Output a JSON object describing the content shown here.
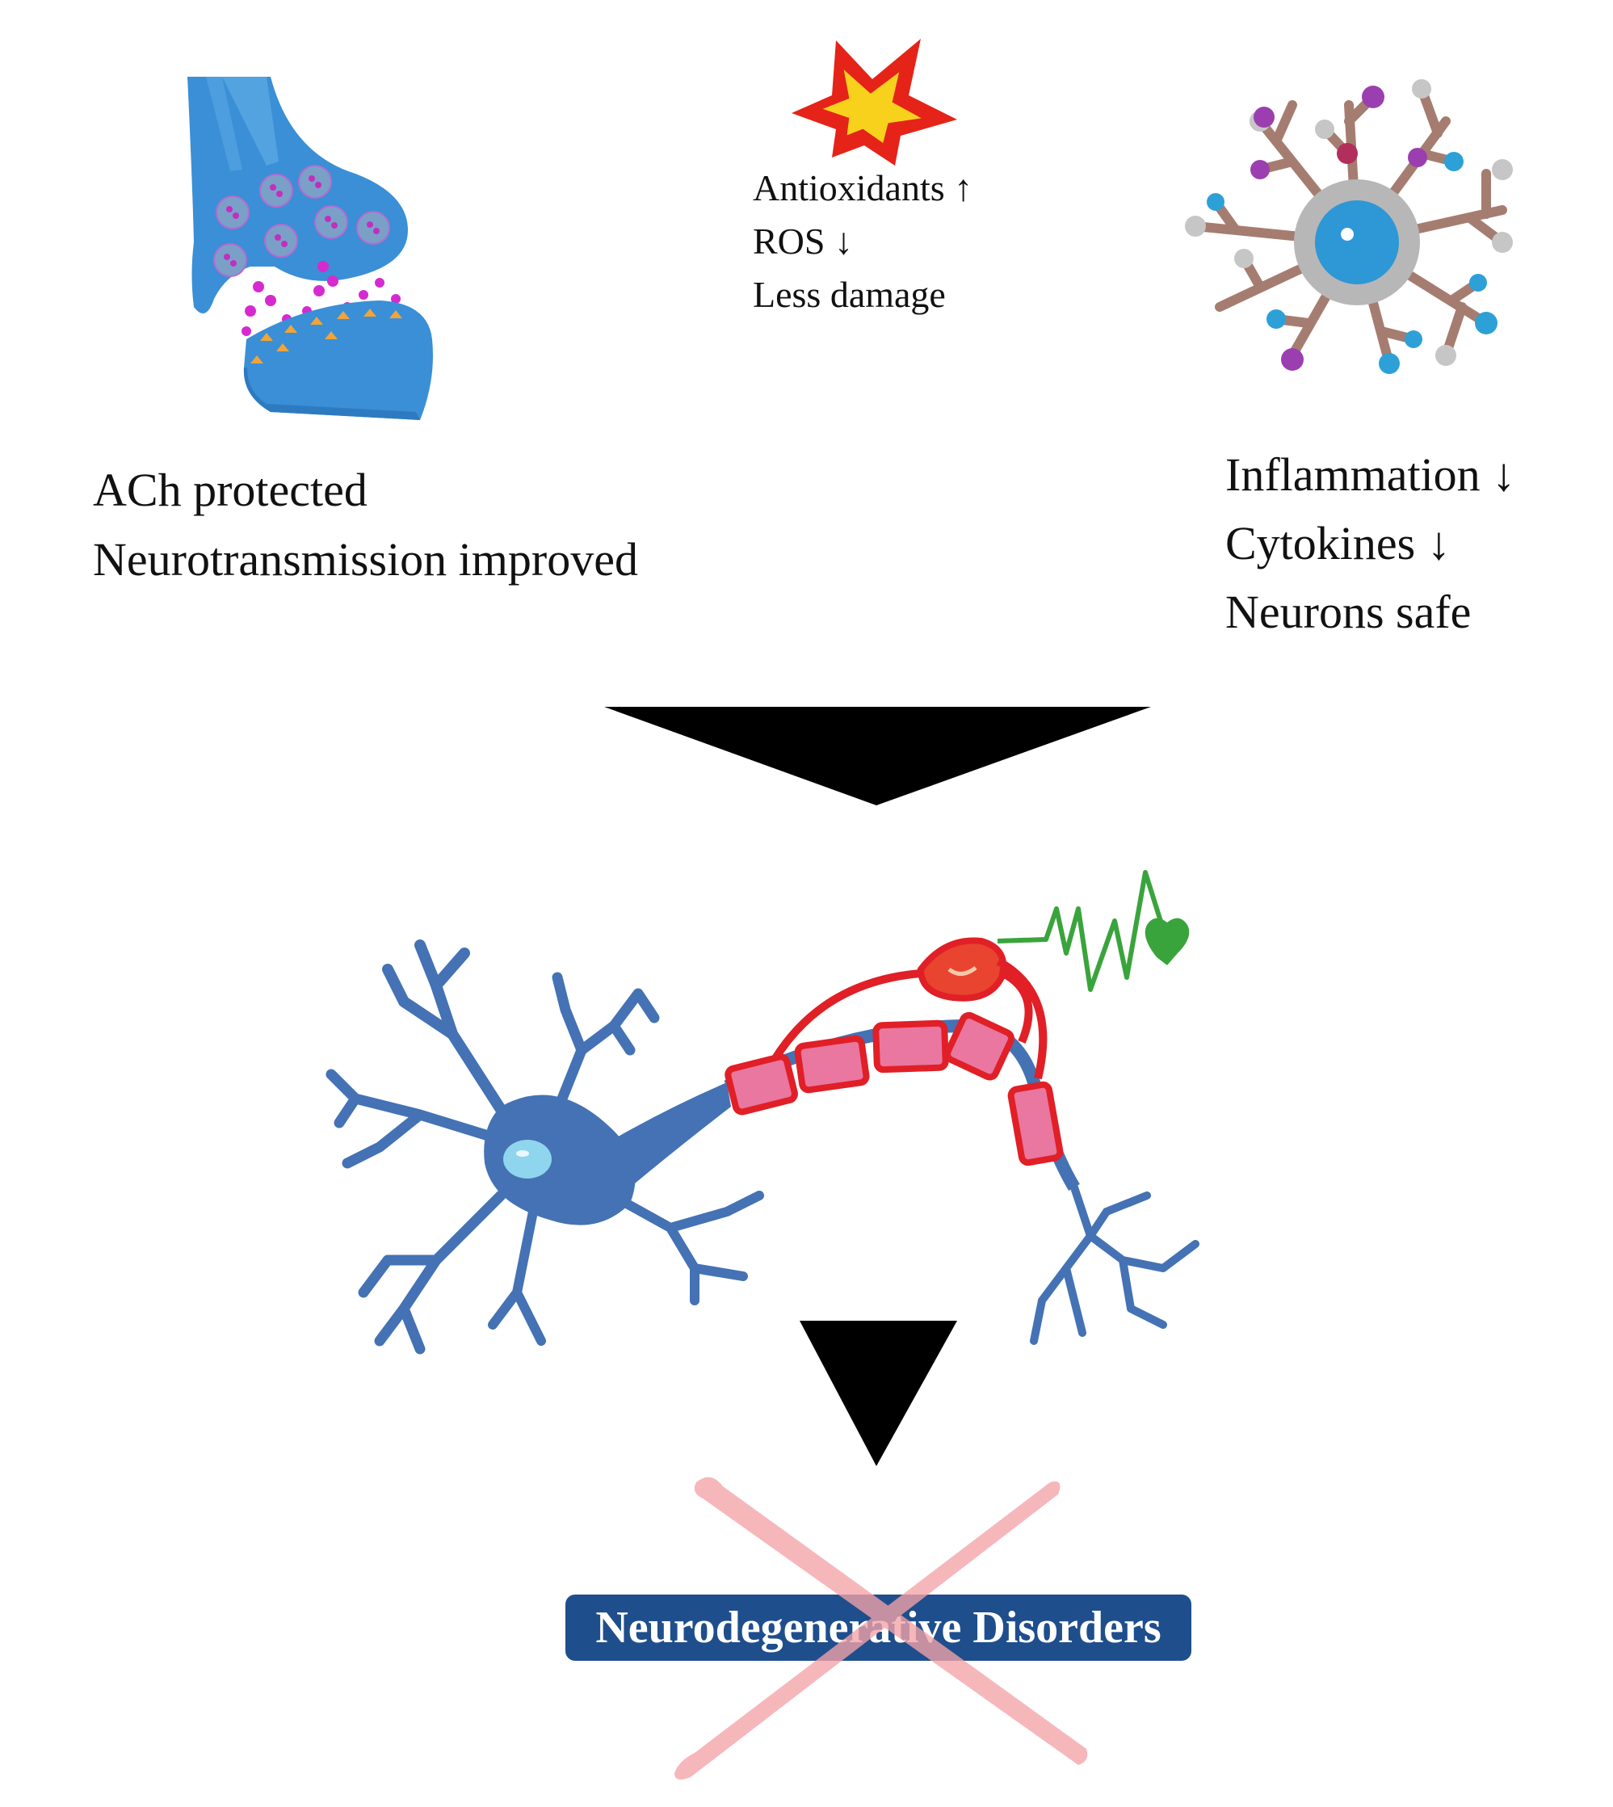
{
  "top_left": {
    "line1": "ACh protected",
    "line2": "Neurotransmission improved"
  },
  "top_center": {
    "line1": "Antioxidants ↑",
    "line2": "ROS ↓",
    "line3": "Less damage"
  },
  "top_right": {
    "line1": "Inflammation ↓",
    "line2": "Cytokines ↓",
    "line3": "Neurons safe"
  },
  "outcome": {
    "label": "Neurodegenerative Disorders"
  },
  "icons": {
    "synapse": "synapse-icon",
    "burst": "oxidative-burst-icon",
    "microglia": "microglia-icon",
    "neuron": "neuron-icon",
    "heartbeat": "heartbeat-icon",
    "cross": "cross-out-icon"
  },
  "colors": {
    "neuron_blue": "#4472b4",
    "myelin_pink": "#e9779f",
    "myelin_red": "#e11f26",
    "heart_green": "#3aa43c",
    "label_blue": "#1f4e8c",
    "cross_pink": "#f4a3a8"
  }
}
